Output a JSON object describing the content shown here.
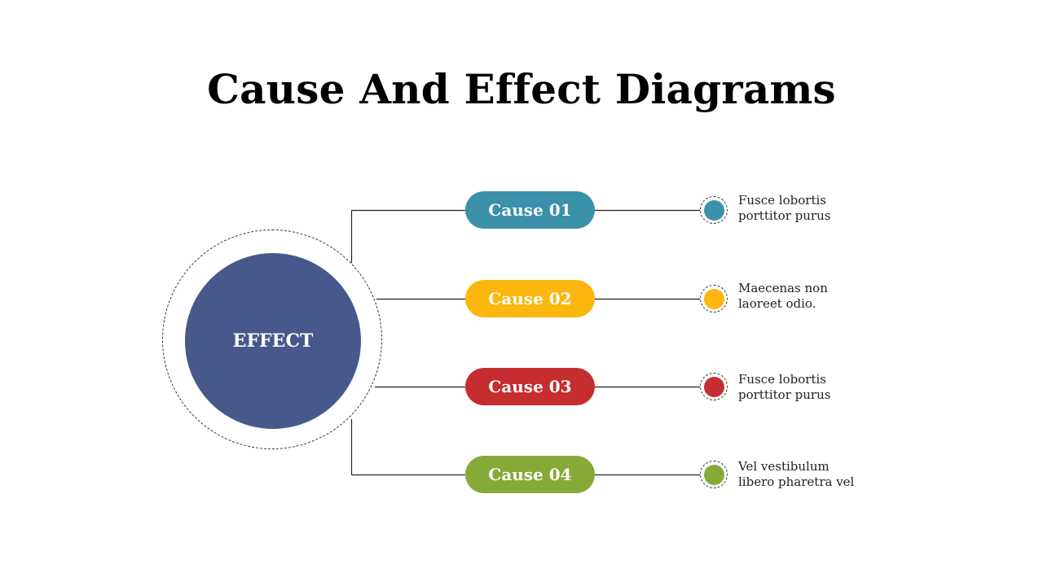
{
  "title": "Cause And Effect Diagrams",
  "effect": {
    "label": "EFFECT",
    "color": "#47598A"
  },
  "causes": [
    {
      "label": "Cause 01",
      "color": "#3A91A9",
      "desc_line1": "Fusce lobortis",
      "desc_line2": "porttitor purus"
    },
    {
      "label": "Cause 02",
      "color": "#FBB70E",
      "desc_line1": "Maecenas non",
      "desc_line2": "laoreet odio."
    },
    {
      "label": "Cause 03",
      "color": "#C62D2F",
      "desc_line1": "Fusce lobortis",
      "desc_line2": "porttitor purus"
    },
    {
      "label": "Cause 04",
      "color": "#86AA37",
      "desc_line1": "Vel vestibulum",
      "desc_line2": "libero pharetra vel"
    }
  ]
}
